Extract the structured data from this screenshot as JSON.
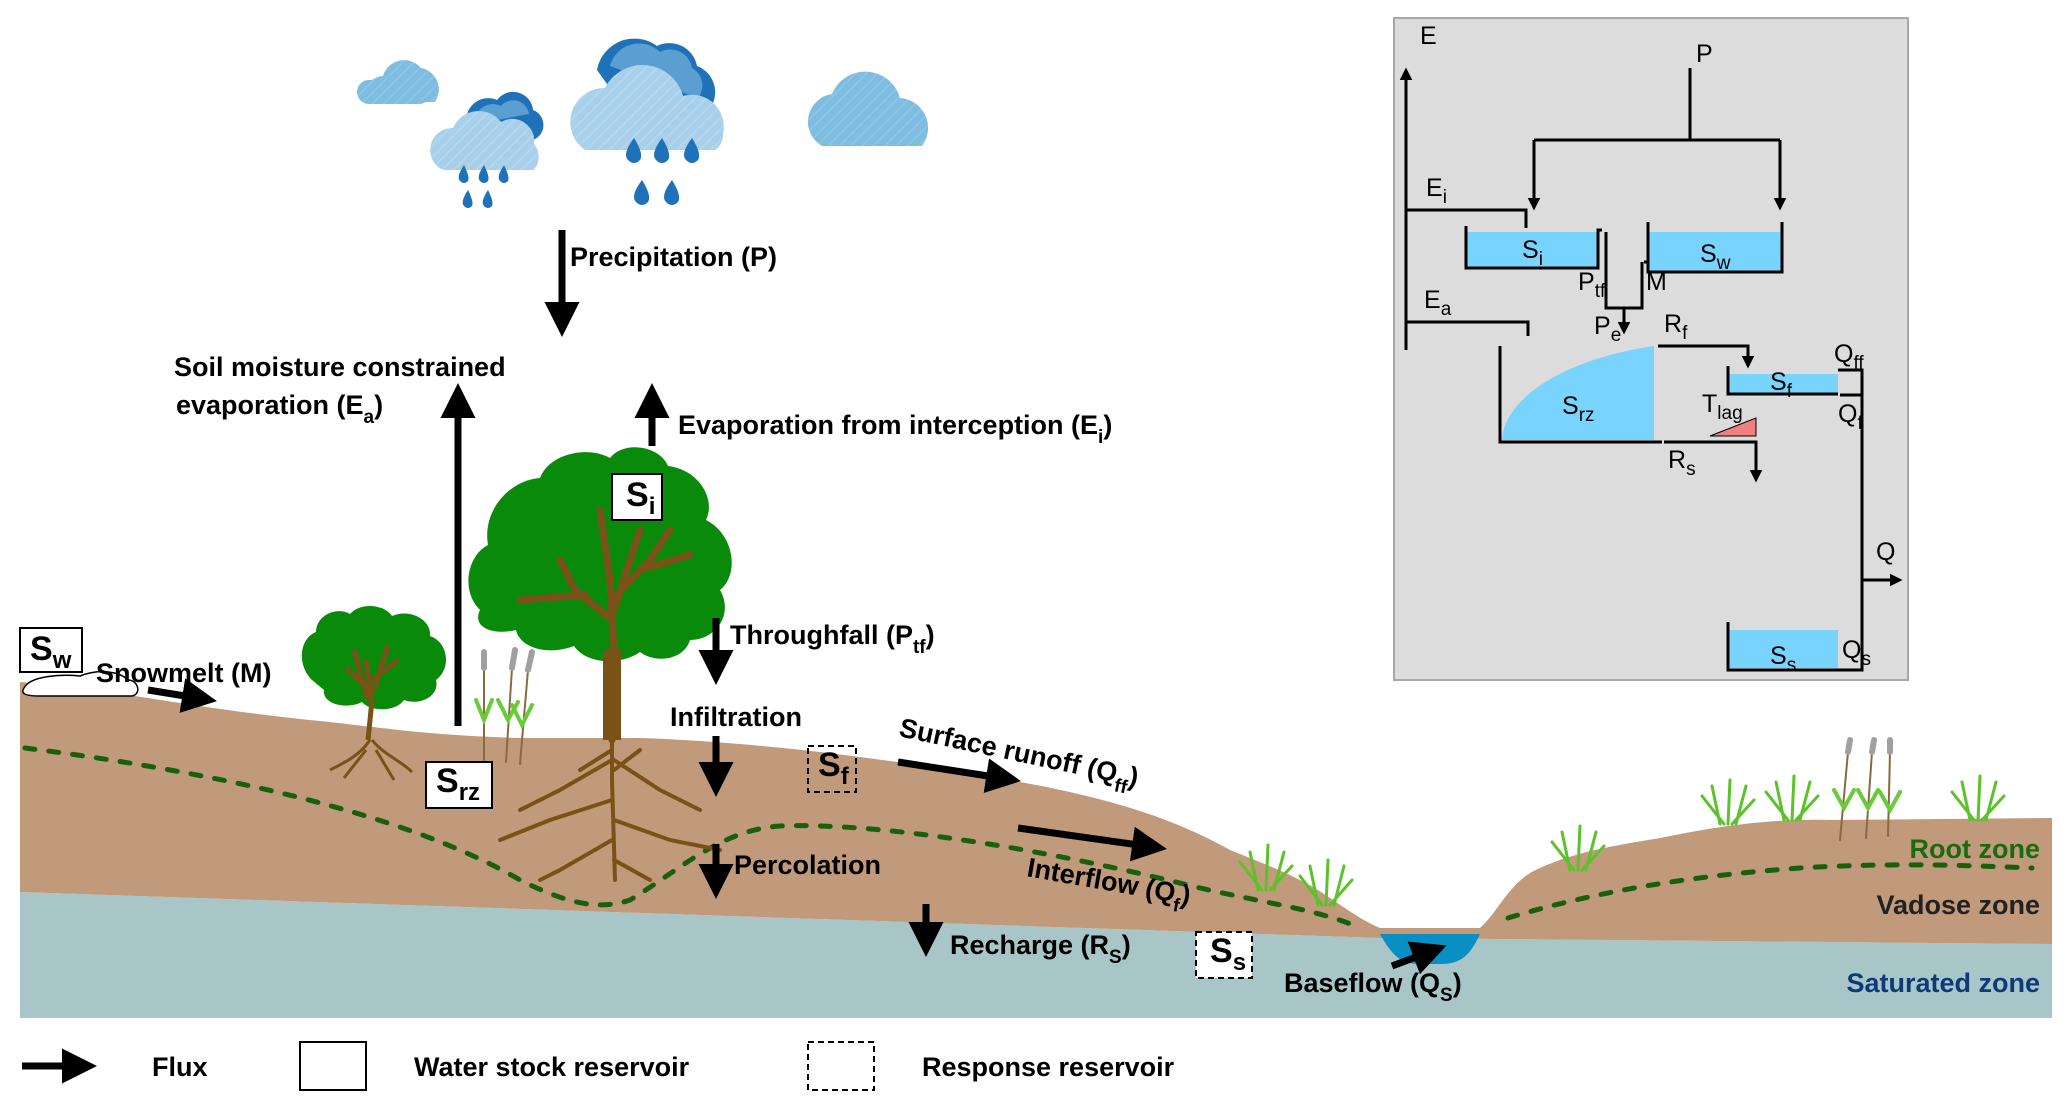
{
  "colors": {
    "soil": "#c09a7a",
    "groundwater": "#a8c6c7",
    "river": "#0a8fc4",
    "tree_canopy": "#0a8a0a",
    "trunk": "#7a5218",
    "root_zone_text": "#1a6a10",
    "vadose_text": "#222222",
    "saturated_text": "#0d3a78",
    "inset_bg": "#dcdcdc",
    "inset_water": "#78d4fc",
    "lag_triangle": "#f08080",
    "cloud_light": "#7fbde0",
    "cloud_pale": "#a9d0ea",
    "cloud_dark": "#1f72ba",
    "raindrop": "#1f72ba"
  },
  "fluxes": {
    "precipitation": {
      "text": "Precipitation (P)"
    },
    "soil_evap": {
      "line1": "Soil moisture constrained",
      "line2_main": "evaporation (E",
      "line2_sub": "a",
      "line2_end": ")"
    },
    "interception_evap": {
      "main": "Evaporation from interception (E",
      "sub": "i",
      "end": ")"
    },
    "throughfall": {
      "main": "Throughfall (P",
      "sub": "tf",
      "end": ")"
    },
    "snowmelt": {
      "text": "Snowmelt (M)"
    },
    "infiltration": {
      "text": "Infiltration"
    },
    "surface_runoff": {
      "main": "Surface runoff (Q",
      "sub": "ff",
      "end": ")"
    },
    "percolation": {
      "text": "Percolation"
    },
    "interflow": {
      "main": "Interflow (Q",
      "sub": "f",
      "end": ")"
    },
    "recharge": {
      "main": "Recharge (R",
      "sub": "S",
      "end": ")"
    },
    "baseflow": {
      "main": "Baseflow (Q",
      "sub": "S",
      "end": ")"
    }
  },
  "reservoirs": {
    "snow": {
      "main": "S",
      "sub": "w",
      "type": "water stock"
    },
    "interception": {
      "main": "S",
      "sub": "i",
      "type": "water stock"
    },
    "root_zone": {
      "main": "S",
      "sub": "rz",
      "type": "water stock"
    },
    "fast": {
      "main": "S",
      "sub": "f",
      "type": "response"
    },
    "slow": {
      "main": "S",
      "sub": "s",
      "type": "response"
    }
  },
  "zones": {
    "root": "Root zone",
    "vadose": "Vadose zone",
    "saturated": "Saturated zone"
  },
  "legend": {
    "flux": "Flux",
    "water_stock": "Water stock reservoir",
    "response": "Response reservoir"
  },
  "inset": {
    "E": "E",
    "P": "P",
    "Ei": {
      "main": "E",
      "sub": "i"
    },
    "Ea": {
      "main": "E",
      "sub": "a"
    },
    "Si": {
      "main": "S",
      "sub": "i"
    },
    "Sw": {
      "main": "S",
      "sub": "w"
    },
    "Ptf": {
      "main": "P",
      "sub": "tf"
    },
    "M": "M",
    "Pe": {
      "main": "P",
      "sub": "e"
    },
    "Rf": {
      "main": "R",
      "sub": "f"
    },
    "Srz": {
      "main": "S",
      "sub": "rz"
    },
    "Sf": {
      "main": "S",
      "sub": "f"
    },
    "Ss": {
      "main": "S",
      "sub": "s"
    },
    "Tlag": {
      "main": "T",
      "sub": "lag"
    },
    "Rs": {
      "main": "R",
      "sub": "s"
    },
    "Qff": {
      "main": "Q",
      "sub": "ff"
    },
    "Qf": {
      "main": "Q",
      "sub": "f"
    },
    "Qs": {
      "main": "Q",
      "sub": "s"
    },
    "Q": "Q"
  }
}
